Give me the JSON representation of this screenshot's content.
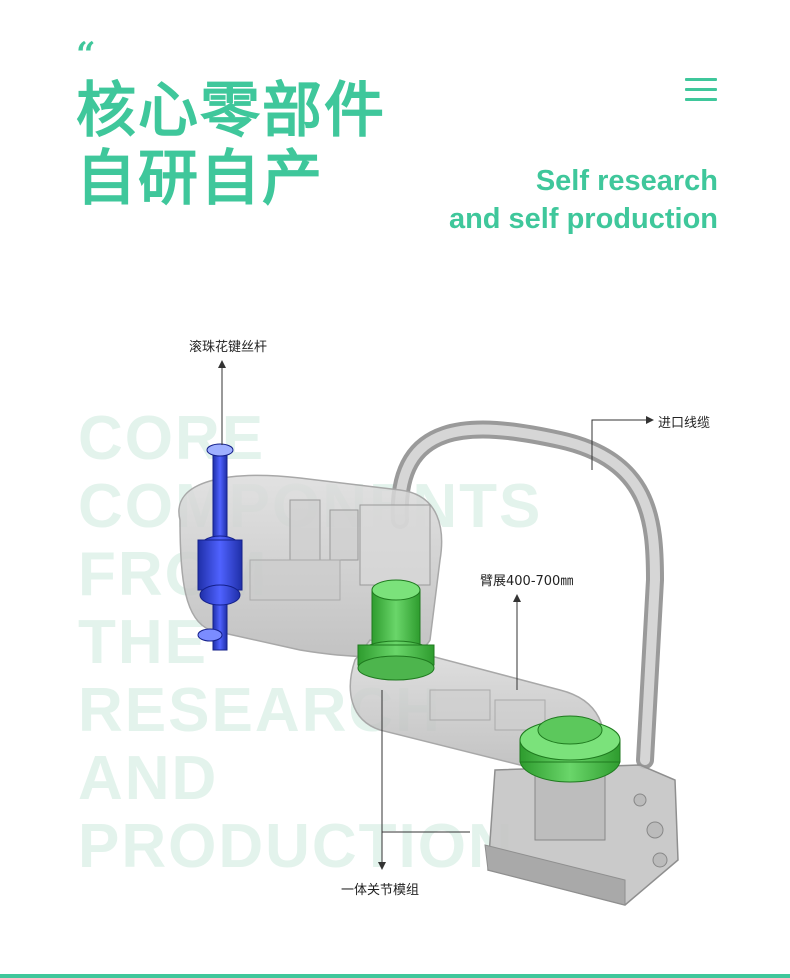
{
  "header": {
    "quote_mark": "“",
    "title_line1": "核心零部件",
    "title_line2": "自研自产",
    "subtitle_line1": "Self research",
    "subtitle_line2": "and self production"
  },
  "background_text": [
    "CORE",
    "COMPONENTS",
    "FROM",
    "THE",
    "RESEARCH",
    "AND",
    "PRODUCTION"
  ],
  "labels": {
    "ball_spline": "滚珠花键丝杆",
    "cable": "进口线缆",
    "arm_span": "臂展400-700㎜",
    "joint_module": "一体关节模组"
  },
  "colors": {
    "accent": "#3fc79b",
    "watermark": "#e3f3ec"
  },
  "icons": {
    "menu": "hamburger-menu-icon"
  }
}
